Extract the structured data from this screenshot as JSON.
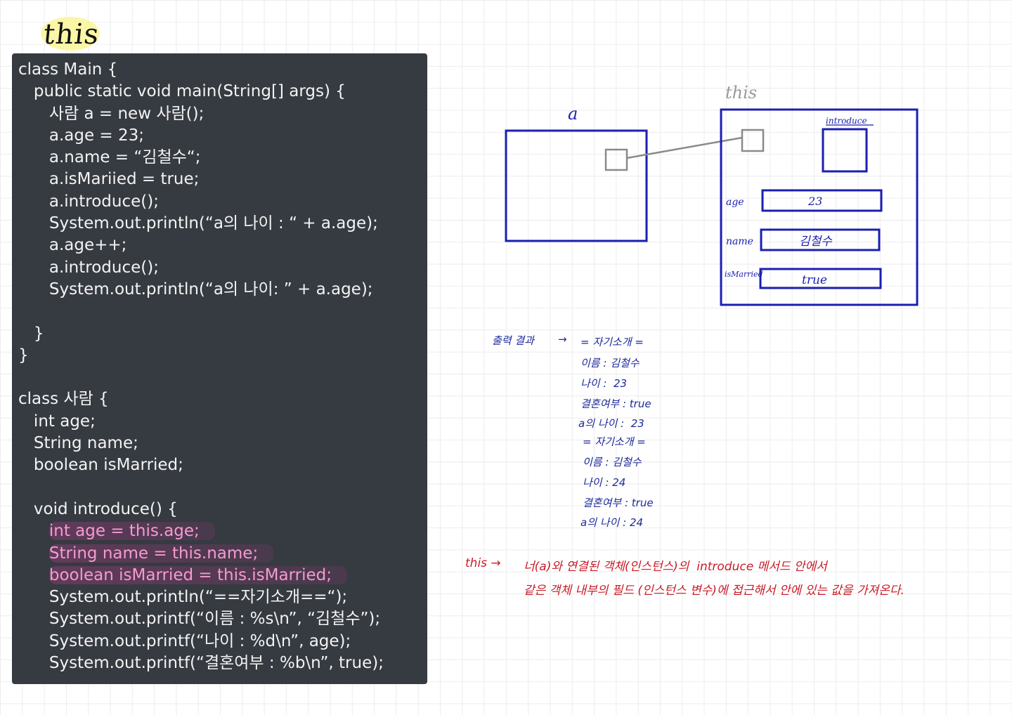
{
  "title": "this",
  "code": {
    "lines": [
      "class Main {",
      "   public static void main(String[] args) {",
      "      사람 a = new 사람();",
      "      a.age = 23;",
      "      a.name = “김철수“;",
      "      a.isMariied = true;",
      "      a.introduce();",
      "      System.out.println(“a의 나이 : “ + a.age);",
      "      a.age++;",
      "      a.introduce();",
      "      System.out.println(“a의 나이: ” + a.age);",
      "",
      "   }",
      "}",
      "",
      "class 사람 {",
      "   int age;",
      "   String name;",
      "   boolean isMarried;",
      "",
      "   void introduce() {",
      "      int age = this.age;",
      "      String name = this.name;",
      "      boolean isMarried = this.isMarried;",
      "      System.out.println(“==자기소개==“);",
      "      System.out.printf(“이름 : %s\\n”, “김철수”);",
      "      System.out.printf(“나이 : %d\\n”, age);",
      "      System.out.printf(“결혼여부 : %b\\n”, true);"
    ],
    "highlight_color": "#f59ad0"
  },
  "diagram": {
    "object_a_label": "a",
    "this_label": "this",
    "method_label": "introduce",
    "fields": [
      {
        "name": "age",
        "value": "23"
      },
      {
        "name": "name",
        "value": "김철수"
      },
      {
        "name": "isMarried",
        "value": "true"
      }
    ],
    "box_color": "#1a1fb0",
    "link_color": "#8a8a8a"
  },
  "output": {
    "label": "출력 결과",
    "arrow": "→",
    "lines": [
      "= 자기소개 =",
      "이름 : 김철수",
      "나이 :  23",
      "결혼여부 : true",
      "a의 나이 :  23",
      "= 자기소개 =",
      "이름 : 김철수",
      "나이 : 24",
      "결혼여부 : true",
      "a의 나이 : 24"
    ],
    "color": "#1e2b9a"
  },
  "note": {
    "lead": "this →",
    "line1": "너(a)와 연결된 객체(인스턴스)의  introduce 메서드 안에서",
    "line2": "같은 객체 내부의 필드 (인스턴스 변수)에 접근해서 안에 있는 값을 가져온다.",
    "color": "#c81c28"
  }
}
